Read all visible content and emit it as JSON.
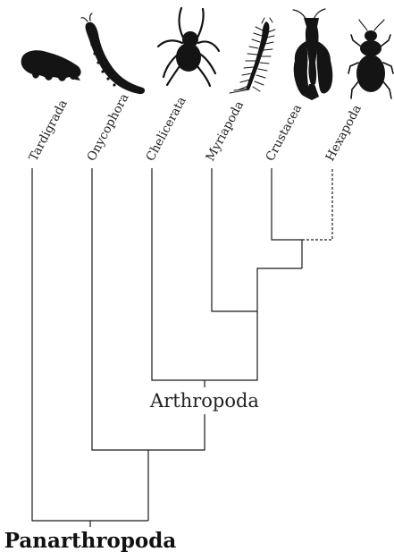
{
  "taxa": [
    {
      "label": "Tardigrada",
      "icon": "tardigrade-icon"
    },
    {
      "label": "Onycophora",
      "icon": "velvet-worm-icon"
    },
    {
      "label": "Chelicerata",
      "icon": "spider-icon"
    },
    {
      "label": "Myriapoda",
      "icon": "centipede-icon"
    },
    {
      "label": "Crustacea",
      "icon": "lobster-icon"
    },
    {
      "label": "Hexapoda",
      "icon": "beetle-icon"
    }
  ],
  "clades": {
    "arthropoda": "Arthropoda",
    "panarthropoda": "Panarthropoda"
  },
  "colors": {
    "ink": "#1a1a1a",
    "background": "#ffffff"
  }
}
